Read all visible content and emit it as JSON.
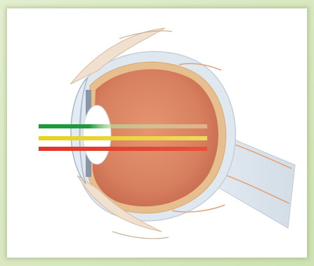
{
  "figure": {
    "subject": "eye-cross-section",
    "colors": {
      "background": "#d9e9c0",
      "panel": "#ffffff",
      "sclera": "#dfe7ef",
      "retina_layer": "#e7bf8e",
      "vitreous": "#d7805f",
      "lens": "#ffffff",
      "beam_green": "#1e9a3c",
      "beam_yellow": "#e6d31a",
      "beam_red": "#e0362a"
    },
    "beams": [
      {
        "name": "green",
        "color": "#1e9a3c"
      },
      {
        "name": "yellow",
        "color": "#e6d31a"
      },
      {
        "name": "red",
        "color": "#e0362a"
      }
    ]
  }
}
